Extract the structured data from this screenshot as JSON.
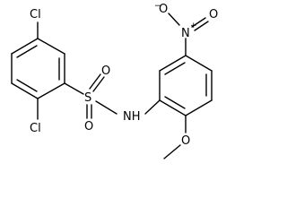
{
  "molecule": {
    "atom_labels": {
      "cl_top": "Cl",
      "cl_bottom": "Cl",
      "sulfur": "S",
      "oxygen_left": "O",
      "oxygen_right": "O",
      "nh": "NH",
      "nitro_n": "N",
      "nitro_n_charge": "+",
      "nitro_o_top": "O",
      "nitro_o_top_charge": "−",
      "nitro_o_right": "O",
      "methoxy_o": "O"
    }
  },
  "colors": {
    "bond": "#000000",
    "text": "#000000",
    "background": "#ffffff"
  }
}
